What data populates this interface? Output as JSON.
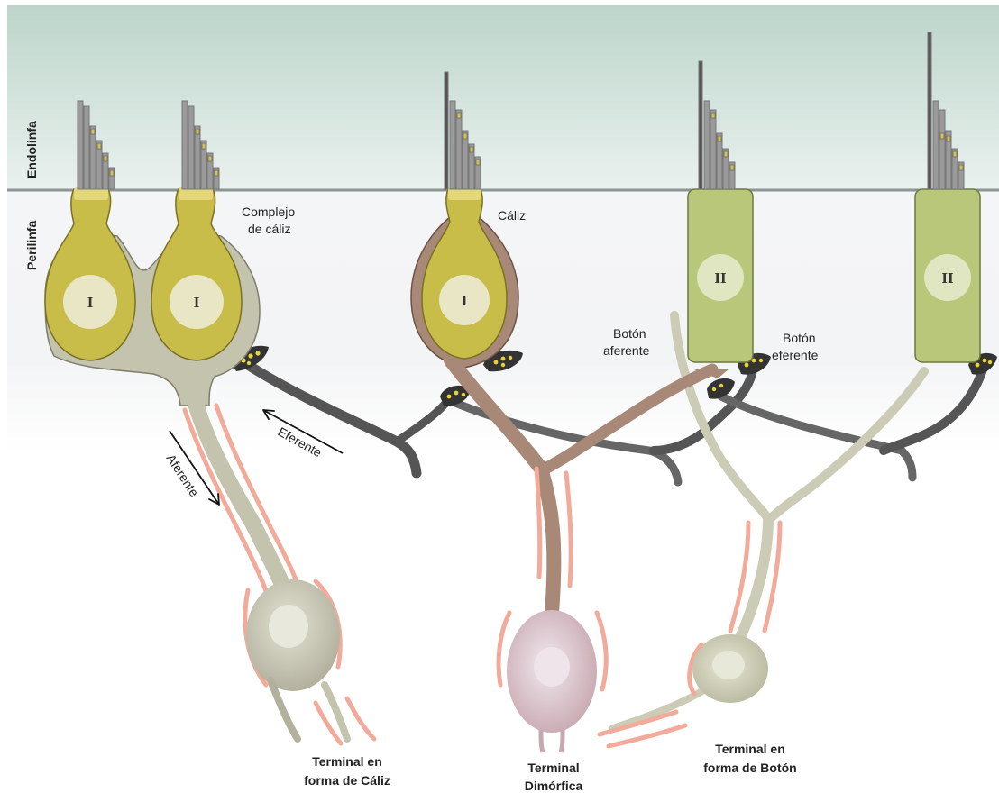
{
  "regions": {
    "endolymph": "Endolinfa",
    "perilymph": "Perilinfa"
  },
  "cells": {
    "type_one": "I",
    "type_two": "II"
  },
  "labels": {
    "calyx_complex_1": "Complejo",
    "calyx_complex_2": "de cáliz",
    "calyx": "Cáliz",
    "afferent_bouton_1": "Botón",
    "afferent_bouton_2": "aferente",
    "efferent_bouton_1": "Botón",
    "efferent_bouton_2": "eferente",
    "efferent_arrow": "Eferente",
    "afferent_arrow": "Aferente"
  },
  "terminals": {
    "calyx_1": "Terminal en",
    "calyx_2": "forma de Cáliz",
    "dimorphic_1": "Terminal",
    "dimorphic_2": "Dimórfica",
    "bouton_1": "Terminal en",
    "bouton_2": "forma de Botón"
  },
  "colors": {
    "endolymph_top": "#bcd5cb",
    "membrane": "#8a9696",
    "type_one_cell": "#c9bd4a",
    "type_two_cell": "#b8c77a",
    "calyx_terminal": "#c4c3ad",
    "dimorphic_terminal": "#a88876",
    "efferent_fiber": "#444444",
    "myelin": "#f2aa9a"
  }
}
